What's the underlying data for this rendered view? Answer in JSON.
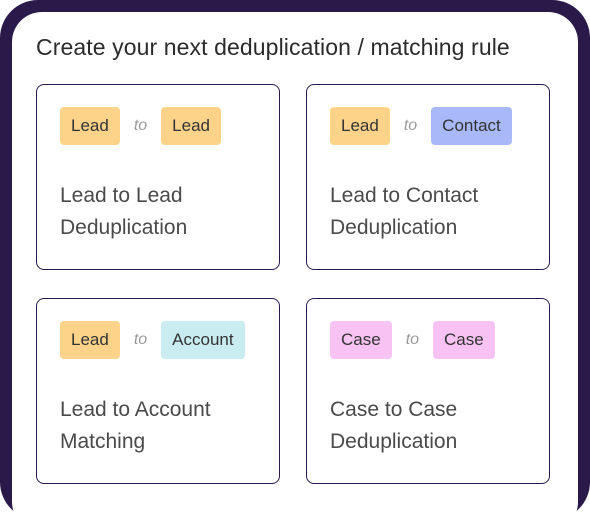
{
  "heading": "Create your next deduplication / matching rule",
  "colors": {
    "frame": "#2a1a4a",
    "lead": "#fdd38a",
    "contact": "#a8b8f8",
    "account": "#c9ecf0",
    "case": "#f8c2f2"
  },
  "cards": [
    {
      "from": "Lead",
      "connector": "to",
      "to": "Lead",
      "title_line1": "Lead to Lead",
      "title_line2": "Deduplication"
    },
    {
      "from": "Lead",
      "connector": "to",
      "to": "Contact",
      "title_line1": "Lead to Contact",
      "title_line2": "Deduplication"
    },
    {
      "from": "Lead",
      "connector": "to",
      "to": "Account",
      "title_line1": "Lead to Account",
      "title_line2": "Matching"
    },
    {
      "from": "Case",
      "connector": "to",
      "to": "Case",
      "title_line1": "Case to Case",
      "title_line2": "Deduplication"
    }
  ]
}
